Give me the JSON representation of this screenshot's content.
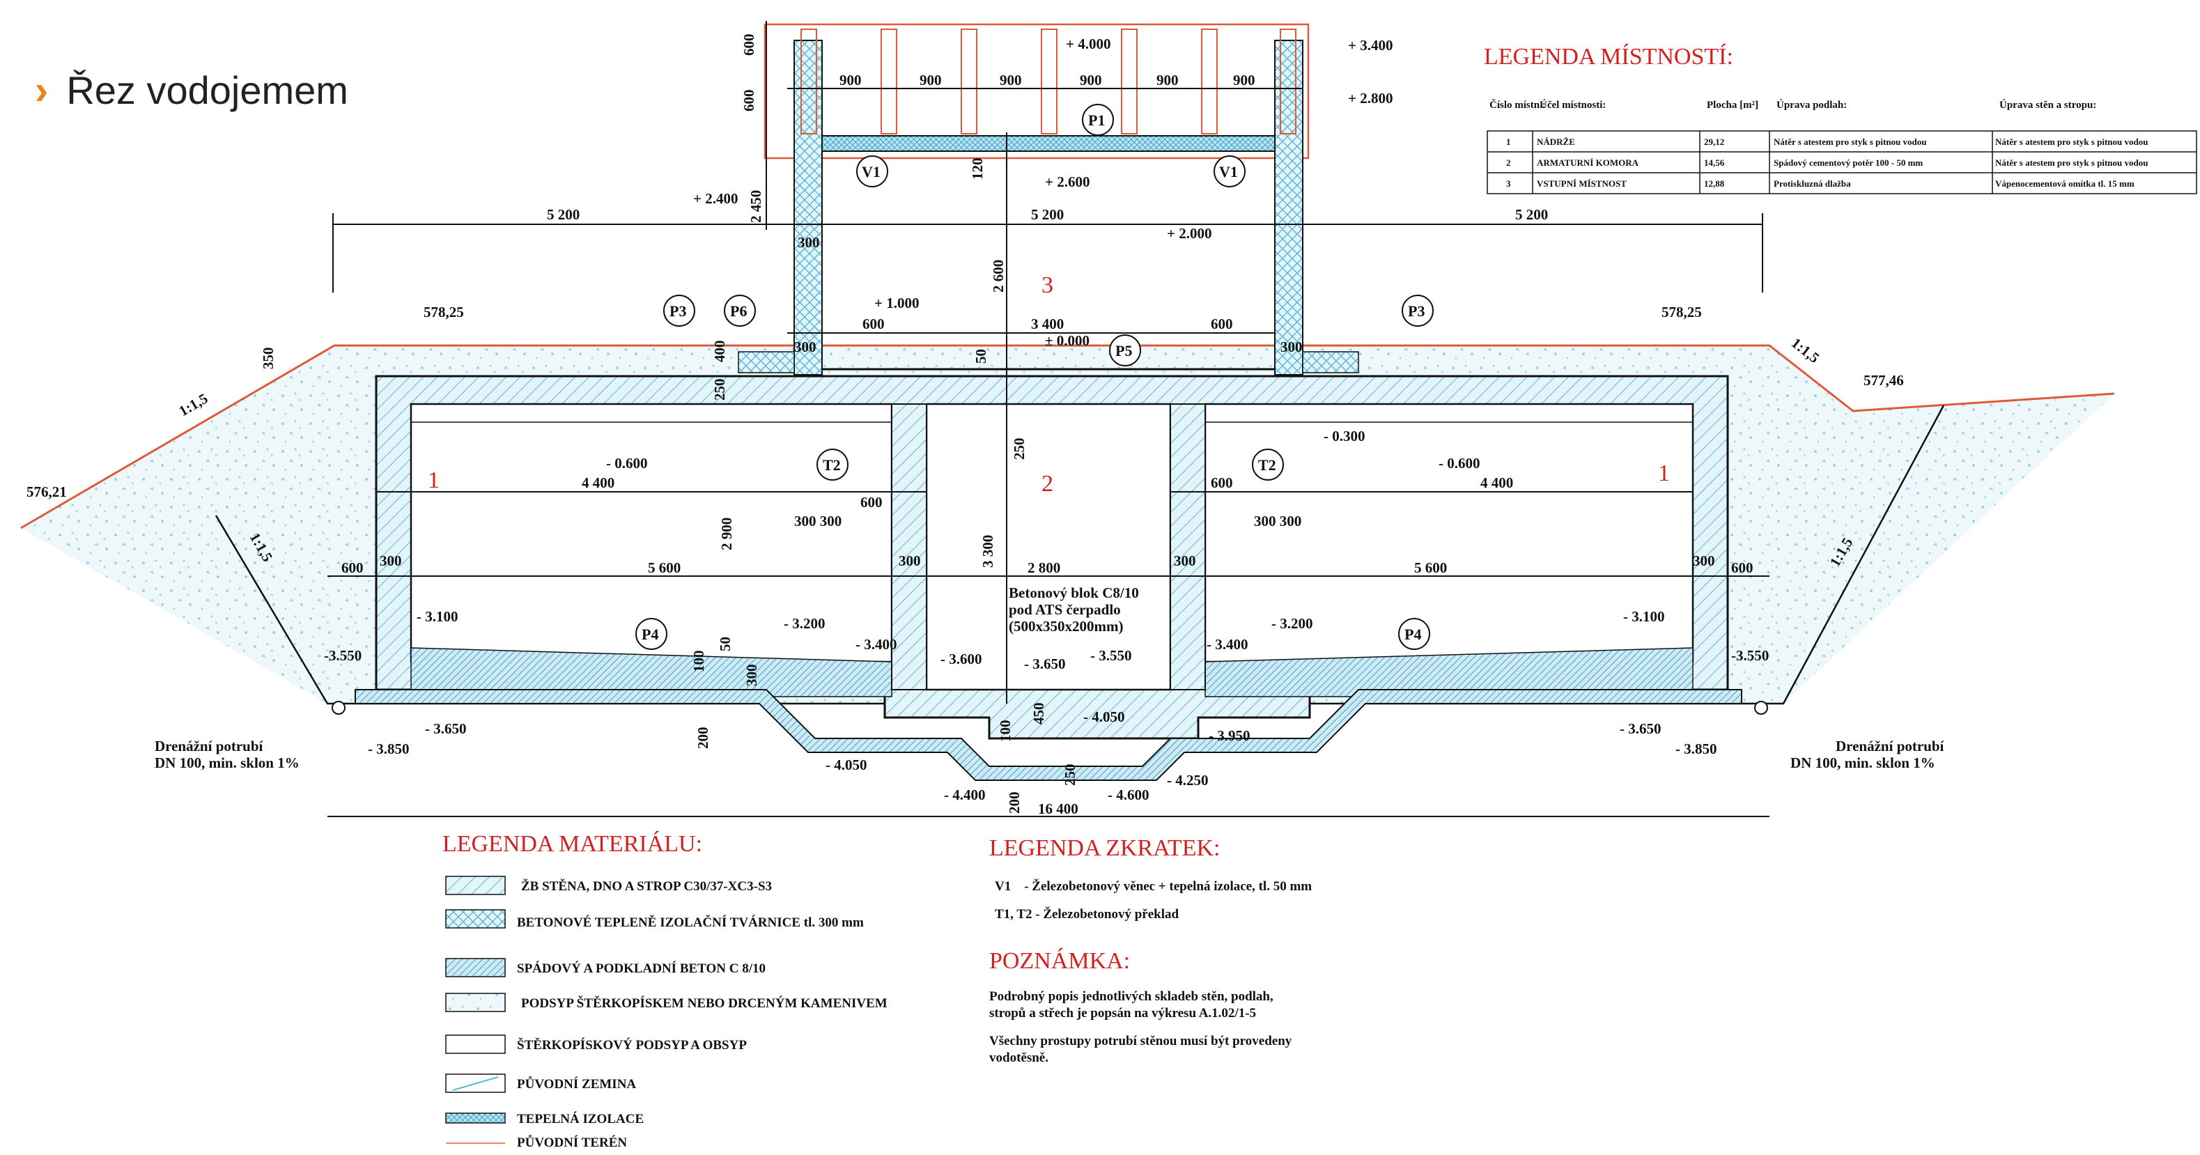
{
  "title": "Řez vodojemem",
  "colors": {
    "accent": "#e8861a",
    "section_red": "#d62020",
    "concrete": "#dff2f8",
    "hatch": "#5bb8d6",
    "line": "#111111"
  },
  "levels": {
    "top1": "+ 4.000",
    "top2": "+ 3.400",
    "top3": "+ 2.800",
    "top4": "+ 2.600",
    "top5": "+ 2.400",
    "top6": "+ 2.000",
    "l1000": "+ 1.000",
    "zero": "± 0.000",
    "t578a": "578,25",
    "t578b": "578,25",
    "t577": "577,46",
    "t576": "576,21",
    "m0300": "- 0.300",
    "m0600a": "- 0.600",
    "m0600b": "- 0.600",
    "m3100a": "- 3.100",
    "m3100b": "- 3.100",
    "m3200a": "- 3.200",
    "m3200b": "- 3.200",
    "m3400a": "- 3.400",
    "m3400b": "- 3.400",
    "m3550a": "-3.550",
    "m3550b": "-3.550",
    "m3600": "- 3.600",
    "m3650": "- 3.650",
    "m3550c": "- 3.550",
    "m3650a": "- 3.650",
    "m3650b": "- 3.650",
    "m3850a": "- 3.850",
    "m3850b": "- 3.850",
    "m4050a": "- 4.050",
    "m4050b": "- 4.050",
    "m3950": "- 3.950",
    "m4250": "- 4.250",
    "m4400": "- 4.400",
    "m4600": "- 4.600"
  },
  "dims": {
    "d600a": "600",
    "d600b": "600",
    "d900": [
      "900",
      "900",
      "900",
      "900",
      "900",
      "900"
    ],
    "d120": "120",
    "d2450": "2 450",
    "d300": "300",
    "d2600": "2 600",
    "d5200a": "5 200",
    "d5200b": "5 200",
    "d5200c": "5 200",
    "d350": "350",
    "d400": "400",
    "d250a": "250",
    "d3400": "3 400",
    "d600c": "600",
    "d600d": "600",
    "d300b": "300",
    "d300c": "300",
    "d50": "50",
    "d250b": "250",
    "d4400a": "4 400",
    "d4400b": "4 400",
    "d600e": "600",
    "d600f": "600",
    "d300300a": "300 300",
    "d300300b": "300 300",
    "d2900": "2 900",
    "d3300": "3 300",
    "d600g": "600",
    "d300d": "300",
    "d5600a": "5 600",
    "d300e": "300",
    "d2800": "2 800",
    "d300f": "300",
    "d5600b": "5 600",
    "d300g": "300",
    "d600h": "600",
    "d100a": "100",
    "d50b": "50",
    "d300h": "300",
    "d200a": "200",
    "d450": "450",
    "d100b": "100",
    "d250c": "250",
    "d200b": "200",
    "d16400": "16 400"
  },
  "slopes": {
    "s1": "1:1,5",
    "s2": "1:1,5",
    "s3": "1:1,5",
    "s4": "1:1,5"
  },
  "rooms": {
    "r1a": "1",
    "r1b": "1",
    "r2": "2",
    "r3": "3"
  },
  "marks": {
    "P1": "P1",
    "P3a": "P3",
    "P3b": "P3",
    "P4a": "P4",
    "P4b": "P4",
    "P5": "P5",
    "P6": "P6",
    "T2a": "T2",
    "T2b": "T2",
    "V1a": "V1",
    "V1b": "V1"
  },
  "notes": {
    "block": [
      "Betonový blok C8/10",
      "pod ATS čerpadlo",
      "(500x350x200mm)"
    ],
    "drain_left": [
      "Drenážní potrubí",
      "DN 100, min. sklon 1%"
    ],
    "drain_right": [
      "Drenážní potrubí",
      "DN 100, min. sklon 1%"
    ]
  },
  "rooms_legend": {
    "title": "LEGENDA MÍSTNOSTÍ:",
    "headers": [
      "Číslo místn.:",
      "Účel místnosti:",
      "Plocha [m²]",
      "Úprava podlah:",
      "Úprava stěn a stropu:"
    ],
    "rows": [
      [
        "1",
        "NÁDRŽE",
        "29,12",
        "Nátěr s atestem pro styk s pitnou vodou",
        "Nátěr s atestem pro styk s pitnou vodou"
      ],
      [
        "2",
        "ARMATURNÍ KOMORA",
        "14,56",
        "Spádový cementový potěr 100 - 50 mm",
        "Nátěr s atestem pro styk s pitnou vodou"
      ],
      [
        "3",
        "VSTUPNÍ MÍSTNOST",
        "12,88",
        "Protiskluzná dlažba",
        "Vápenocementová omítka tl. 15 mm"
      ]
    ]
  },
  "material_legend": {
    "title": "LEGENDA MATERIÁLU:",
    "items": [
      "ŽB STĚNA, DNO A STROP C30/37-XC3-S3",
      "BETONOVÉ TEPLENĚ IZOLAČNÍ TVÁRNICE tl. 300 mm",
      "SPÁDOVÝ A PODKLADNÍ BETON C 8/10",
      "PODSYP ŠTĚRKOPÍSKEM NEBO DRCENÝM KAMENIVEM",
      "ŠTĚRKOPÍSKOVÝ PODSYP A OBSYP",
      "PŮVODNÍ ZEMINA",
      "TEPELNÁ IZOLACE",
      "PŮVODNÍ TERÉN"
    ]
  },
  "abbr_legend": {
    "title": "LEGENDA ZKRATEK:",
    "items": [
      "V1    - Železobetonový věnec + tepelná izolace, tl. 50 mm",
      "T1, T2 - Železobetonový překlad"
    ]
  },
  "remark": {
    "title": "POZNÁMKA:",
    "lines": [
      "Podrobný popis jednotlivých skladeb stěn, podlah,",
      "stropů a střech je popsán na výkresu A.1.02/1-5",
      "Všechny prostupy potrubí stěnou musí být provedeny",
      "vodotěsně."
    ]
  }
}
